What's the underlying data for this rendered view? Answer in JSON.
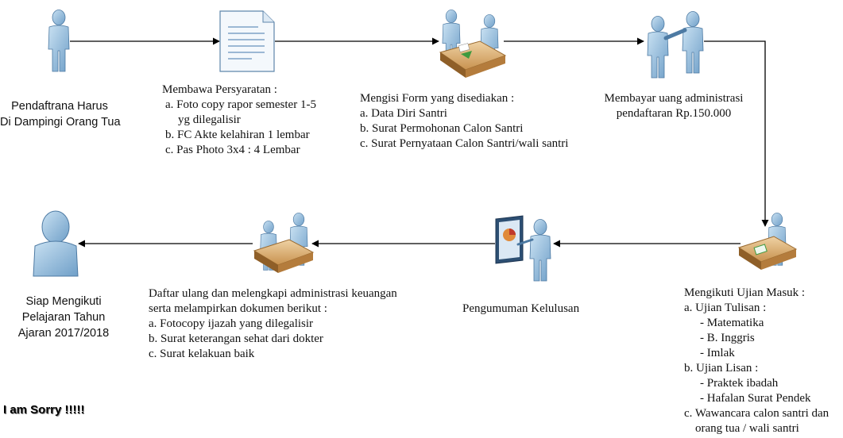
{
  "steps": {
    "step1": {
      "lines": [
        "Pendaftrana Harus",
        "Di Dampingi Orang Tua"
      ]
    },
    "step2": {
      "title": "Membawa Persyaratan :",
      "items": [
        "a. Foto copy rapor semester 1-5",
        "yg dilegalisir",
        "b. FC Akte kelahiran 1 lembar",
        "c. Pas Photo 3x4 : 4 Lembar"
      ]
    },
    "step3": {
      "title": "Mengisi Form yang disediakan :",
      "items": [
        "a. Data Diri Santri",
        "b. Surat Permohonan Calon Santri",
        "c. Surat Pernyataan Calon Santri/wali santri"
      ]
    },
    "step4": {
      "lines": [
        "Membayar uang administrasi",
        "pendaftaran Rp.150.000"
      ]
    },
    "step5": {
      "title": "Mengikuti Ujian Masuk :",
      "items": [
        "a. Ujian Tulisan :",
        "- Matematika",
        "- B. Inggris",
        "- Imlak",
        "b. Ujian Lisan :",
        "- Praktek ibadah",
        "- Hafalan Surat Pendek",
        "c. Wawancara calon santri dan",
        "orang tua / wali santri"
      ]
    },
    "step6": {
      "lines": [
        "Pengumuman Kelulusan"
      ]
    },
    "step7": {
      "title": "Daftar ulang dan melengkapi administrasi keuangan",
      "subtitle": "serta melampirkan dokumen berikut :",
      "items": [
        "a. Fotocopy ijazah yang dilegalisir",
        "b. Surat keterangan sehat dari dokter",
        "c. Surat kelakuan baik"
      ]
    },
    "step8": {
      "lines": [
        "Siap Mengikuti",
        "Pelajaran Tahun",
        "Ajaran 2017/2018"
      ]
    }
  },
  "footer_note": "I am Sorry !!!!!",
  "icons": {
    "step1": "person-icon",
    "step2": "document-icon",
    "step3": "people-at-desk-icon",
    "step4": "handshake-icon",
    "step5": "person-writing-icon",
    "step6": "presentation-board-icon",
    "step7": "person-at-desk-icon",
    "step8": "user-bust-icon"
  },
  "colors": {
    "figure": "#9cc3e0",
    "figure_dark": "#5b8db8",
    "desk": "#d9a96a",
    "line": "#000000"
  }
}
